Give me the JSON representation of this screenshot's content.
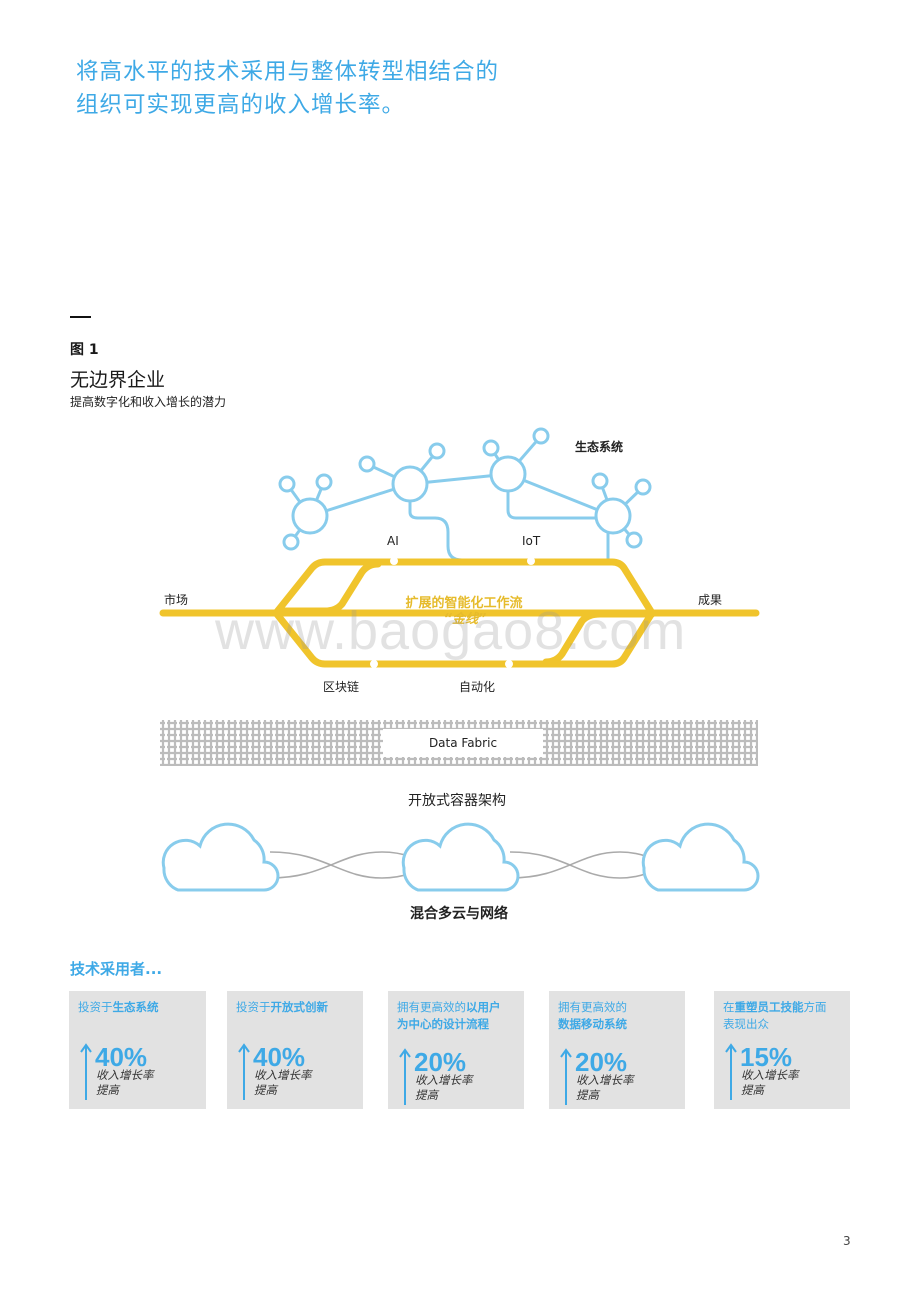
{
  "headline": {
    "line1": "将高水平的技术采用与整体转型相结合的",
    "line2": "组织可实现更高的收入增长率。"
  },
  "figure": {
    "label": "图 1",
    "title": "无边界企业",
    "subtitle": "提高数字化和收入增长的潜力"
  },
  "diagram": {
    "ecosystem": "生态系统",
    "ai": "AI",
    "iot": "IoT",
    "market": "市场",
    "outcome": "成果",
    "workflow_line1": "扩展的智能化工作流",
    "workflow_line2": "“金线”",
    "blockchain": "区块链",
    "automation": "自动化",
    "data_fabric": "Data Fabric",
    "container": "开放式容器架构",
    "hybrid_cloud": "混合多云与网络"
  },
  "watermark": "www.baogao8.com",
  "adopters": {
    "title": "技术采用者...",
    "cards": [
      {
        "pre": "投资于",
        "bold": "生态系统",
        "post": "",
        "line2": "",
        "value": "40%",
        "unit1": "收入增长率",
        "unit2": "提高"
      },
      {
        "pre": "投资于",
        "bold": "开放式创新",
        "post": "",
        "line2": "",
        "value": "40%",
        "unit1": "收入增长率",
        "unit2": "提高"
      },
      {
        "pre": "拥有更高效的",
        "bold": "以用户",
        "post": "",
        "line2": "为中心的设计流程",
        "value": "20%",
        "unit1": "收入增长率",
        "unit2": "提高"
      },
      {
        "pre": "拥有更高效的",
        "bold": "",
        "post": "",
        "line2": "数据移动系统",
        "value": "20%",
        "unit1": "收入增长率",
        "unit2": "提高"
      },
      {
        "pre": "在",
        "bold": "重塑员工技能",
        "post": "方面",
        "line2": "表现出众",
        "value": "15%",
        "unit1": "收入增长率",
        "unit2": "提高"
      }
    ]
  },
  "page_number": "3",
  "colors": {
    "accent_blue": "#3ea9e6",
    "gold": "#f0c42c",
    "light_blue": "#88ccec",
    "grey_card": "#e2e2e2"
  }
}
